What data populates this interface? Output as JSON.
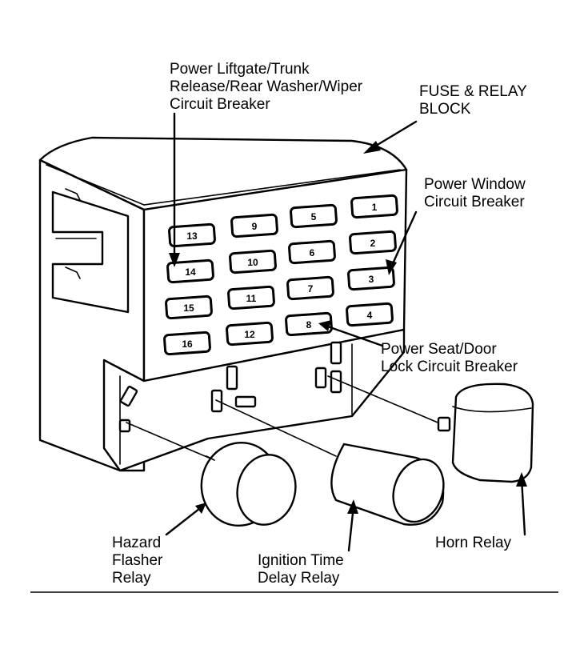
{
  "labels": {
    "liftgate": [
      "Power Liftgate/Trunk",
      "Release/Rear Washer/Wiper",
      "Circuit Breaker"
    ],
    "block": [
      "FUSE & RELAY",
      "BLOCK"
    ],
    "window": [
      "Power Window",
      "Circuit Breaker"
    ],
    "seat": [
      "Power Seat/Door",
      "Lock Circuit Breaker"
    ],
    "hazard": [
      "Hazard",
      "Flasher",
      "Relay"
    ],
    "ignition": [
      "Ignition Time",
      "Delay Relay"
    ],
    "horn": [
      "Horn Relay"
    ]
  },
  "fuses": [
    "1",
    "2",
    "3",
    "4",
    "5",
    "6",
    "7",
    "8",
    "9",
    "10",
    "11",
    "12",
    "13",
    "14",
    "15",
    "16"
  ]
}
